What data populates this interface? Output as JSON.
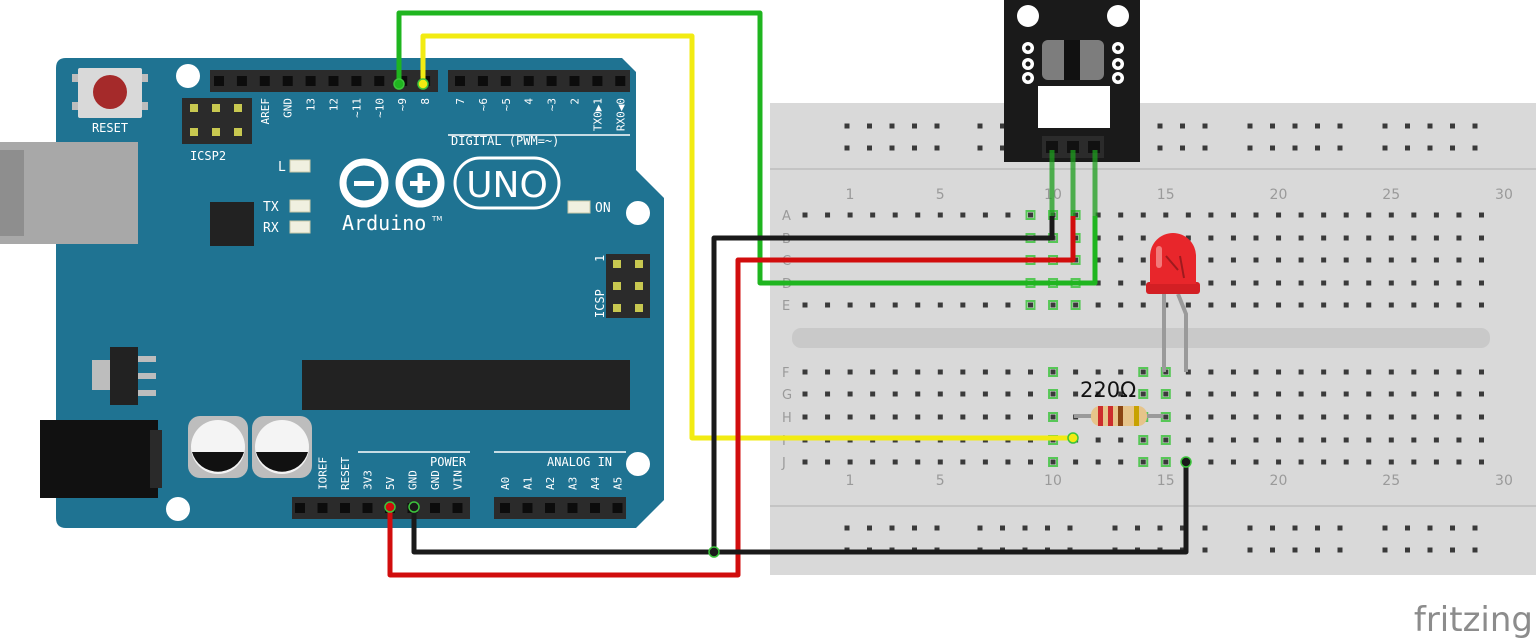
{
  "arduino": {
    "brand": "Arduino",
    "model": "UNO",
    "reset_label": "RESET",
    "icsp2_label": "ICSP2",
    "icsp_label": "ICSP",
    "icsp_pin1": "1",
    "led_l": "L",
    "led_tx": "TX",
    "led_rx": "RX",
    "led_on": "ON",
    "digital_header": "DIGITAL (PWM=~)",
    "digital_pins": [
      "AREF",
      "GND",
      "13",
      "12",
      "~11",
      "~10",
      "~9",
      "8",
      "7",
      "~6",
      "~5",
      "4",
      "~3",
      "2",
      "TX0▶1",
      "RX0◀0"
    ],
    "power_header": "POWER",
    "analog_header": "ANALOG IN",
    "power_pins": [
      "IOREF",
      "RESET",
      "3V3",
      "5V",
      "GND",
      "GND",
      "VIN"
    ],
    "analog_pins": [
      "A0",
      "A1",
      "A2",
      "A3",
      "A4",
      "A5"
    ],
    "board_color": "#1f7392"
  },
  "breadboard": {
    "row_letters_top": [
      "A",
      "B",
      "C",
      "D",
      "E"
    ],
    "row_letters_bottom": [
      "F",
      "G",
      "H",
      "I",
      "J"
    ],
    "column_numbers": [
      "1",
      "5",
      "10",
      "15",
      "20",
      "25",
      "30"
    ]
  },
  "components": {
    "resistor_label": "220Ω",
    "led_color": "#e8262b"
  },
  "wires": {
    "green": "#1fb51f",
    "yellow": "#f2eb12",
    "red": "#d10d0d",
    "black": "#1a1a1a"
  },
  "watermark": "fritzing"
}
